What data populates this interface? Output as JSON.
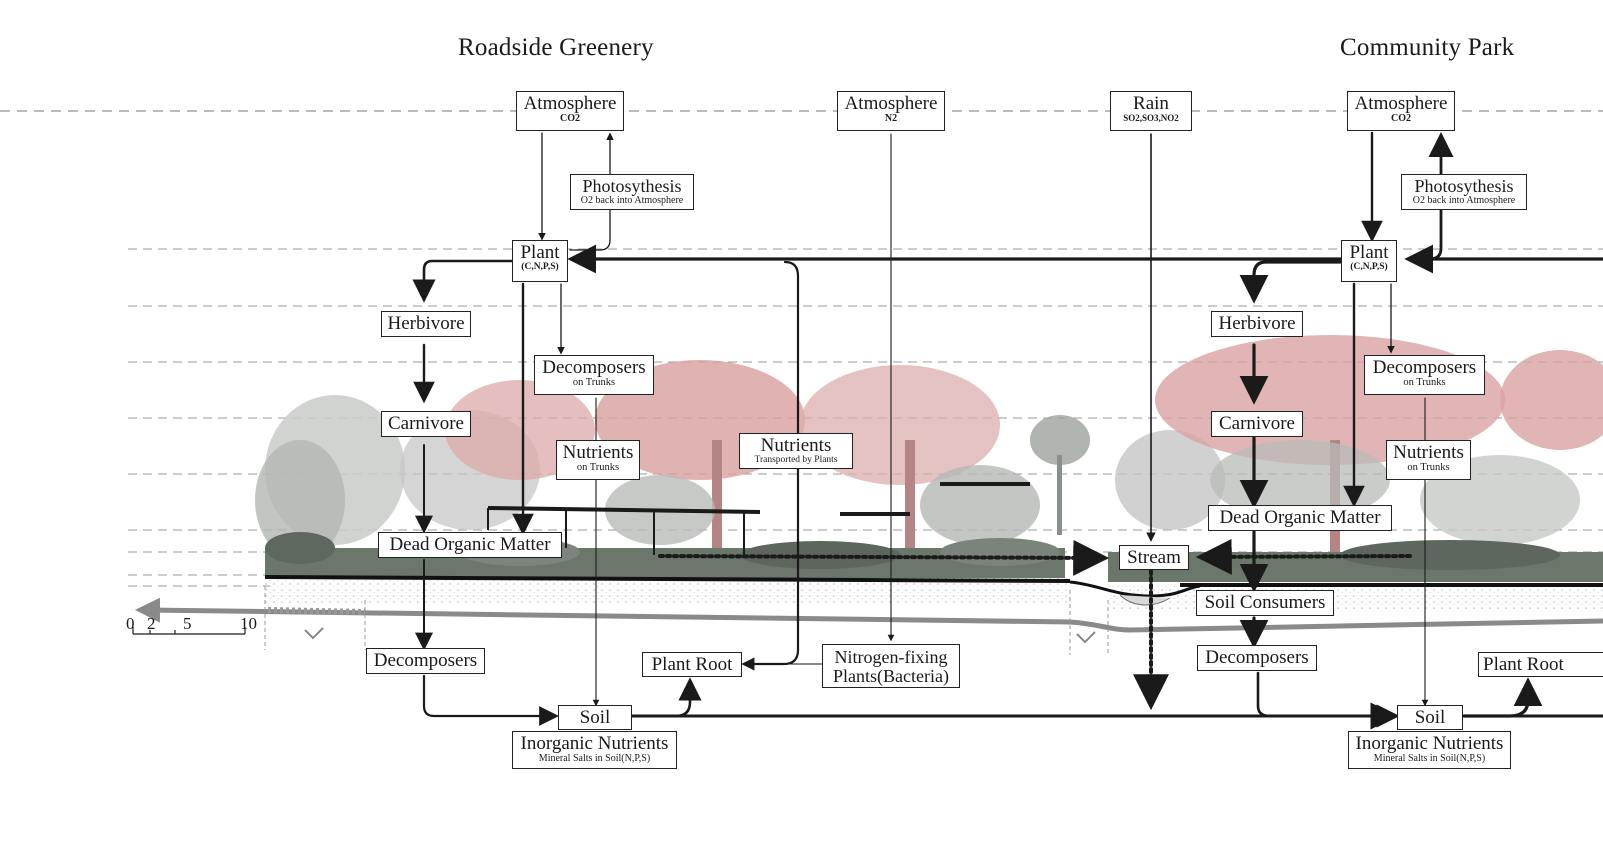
{
  "titles": {
    "left": "Roadside Greenery",
    "right": "Community Park"
  },
  "nodes": {
    "atm_co2_left": {
      "label": "Atmosphere",
      "sub": "CO2"
    },
    "atm_n2": {
      "label": "Atmosphere",
      "sub": "N2"
    },
    "rain": {
      "label": "Rain",
      "sub": "SO2,SO3,NO2"
    },
    "atm_co2_right": {
      "label": "Atmosphere",
      "sub": "CO2"
    },
    "photo_left": {
      "label": "Photosythesis",
      "sub": "O2 back into Atmosphere"
    },
    "photo_right": {
      "label": "Photosythesis",
      "sub": "O2 back into Atmosphere"
    },
    "plant_left": {
      "label": "Plant",
      "sub": "(C,N,P,S)"
    },
    "plant_right": {
      "label": "Plant",
      "sub": "(C,N,P,S)"
    },
    "herbivore_left": {
      "label": "Herbivore"
    },
    "herbivore_right": {
      "label": "Herbivore"
    },
    "decomp_trunks_left": {
      "label": "Decomposers",
      "sub": "on Trunks"
    },
    "decomp_trunks_right": {
      "label": "Decomposers",
      "sub": "on Trunks"
    },
    "carnivore_left": {
      "label": "Carnivore"
    },
    "carnivore_right": {
      "label": "Carnivore"
    },
    "nutr_trunks_left": {
      "label": "Nutrients",
      "sub": "on Trunks"
    },
    "nutr_trunks_right": {
      "label": "Nutrients",
      "sub": "on Trunks"
    },
    "nutr_transported": {
      "label": "Nutrients",
      "sub": "Transported by Plants"
    },
    "dom_left": {
      "label": "Dead Organic Matter"
    },
    "dom_right": {
      "label": "Dead Organic Matter"
    },
    "stream": {
      "label": "Stream"
    },
    "soil_consumers": {
      "label": "Soil Consumers"
    },
    "decomposers_left": {
      "label": "Decomposers"
    },
    "decomposers_right": {
      "label": "Decomposers"
    },
    "plant_root_left": {
      "label": "Plant Root"
    },
    "plant_root_right": {
      "label": "Plant Root"
    },
    "nfix": {
      "label": "Nitrogen-fixing",
      "sub": "Plants(Bacteria)"
    },
    "soil_left": {
      "label": "Soil"
    },
    "soil_right": {
      "label": "Soil"
    },
    "inorg_left": {
      "label": "Inorganic Nutrients",
      "sub": "Mineral Salts in Soil(N,P,S)"
    },
    "inorg_right": {
      "label": "Inorganic Nutrients",
      "sub": "Mineral Salts in Soil(N,P,S)"
    }
  },
  "scale": {
    "ticks": [
      "0",
      "2",
      "5",
      "10"
    ]
  },
  "colors": {
    "line": "#1a1a1a",
    "guide": "#9a9a9a",
    "tree_pink": "#d9a4a4",
    "tree_grey": "#a8aca8",
    "shrub": "#5f6a5f",
    "soil_dots": "#c9c9c9"
  }
}
